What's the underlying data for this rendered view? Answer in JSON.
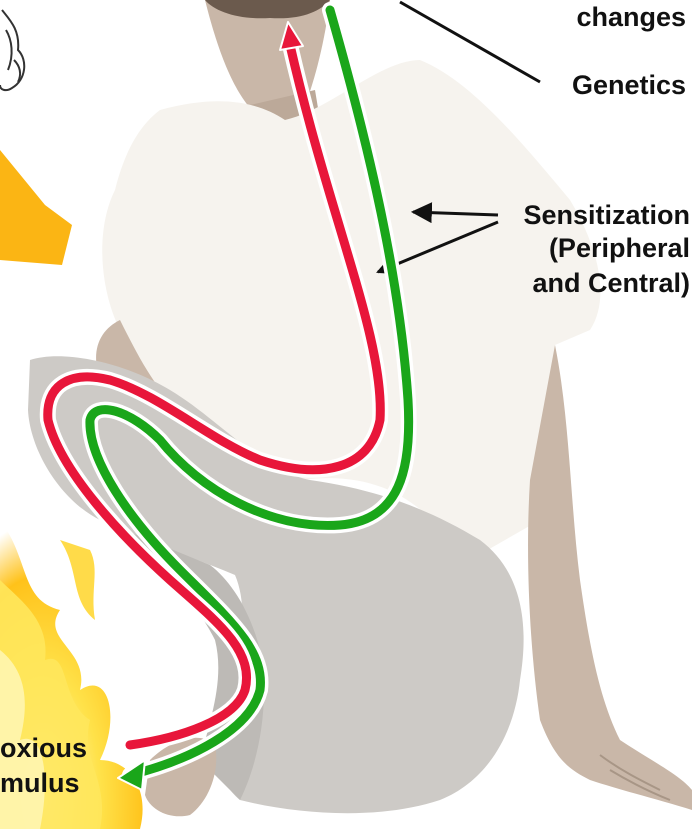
{
  "labels": {
    "changes": "changes",
    "genetics": "Genetics",
    "sensitization_line1": "Sensitization",
    "sensitization_line2": "(Peripheral",
    "sensitization_line3": "and Central)",
    "noxious_line1": "oxious",
    "noxious_line2": "mulus"
  },
  "colors": {
    "ascending_pathway": "#e8163a",
    "descending_pathway": "#1aa61a",
    "fire": "#ffcc11",
    "arrow_orange": "#fbb514",
    "figure_skin": "#c9b7a8",
    "figure_shirt": "#f6f3ee",
    "figure_pants": "#cdcac6"
  }
}
